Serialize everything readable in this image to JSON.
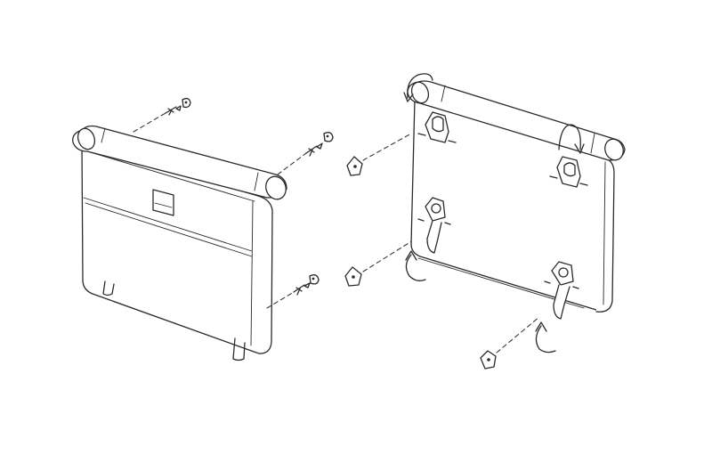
{
  "figure": {
    "background_color": "#ffffff",
    "line_color": "#2b2b2b",
    "parts": [
      "front-panel",
      "back-panel",
      "screw",
      "wall-anchor",
      "mounting-clip",
      "latch-strap",
      "rotation-arrow"
    ]
  }
}
